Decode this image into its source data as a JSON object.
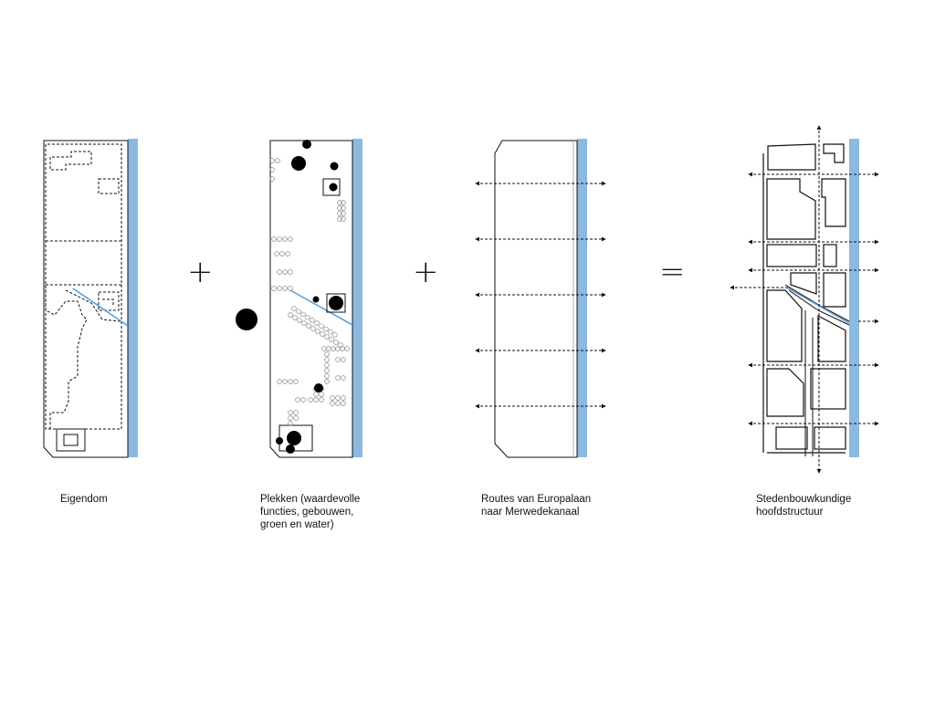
{
  "panels": [
    {
      "id": "eigendom",
      "caption": "Eigendom"
    },
    {
      "id": "plekken",
      "caption": "Plekken (waardevolle\nfuncties, gebouwen,\ngroen en water)"
    },
    {
      "id": "routes",
      "caption": "Routes van Europalaan\nnaar Merwedekanaal"
    },
    {
      "id": "structuur",
      "caption": "Stedenbouwkundige\nhoofdstructuur"
    }
  ],
  "operators": {
    "plus_1": "+",
    "plus_2": "+",
    "equals": "="
  },
  "colors": {
    "canal": "#8bb9e0",
    "line": "#111111",
    "route_blue": "#5b9bd5"
  }
}
